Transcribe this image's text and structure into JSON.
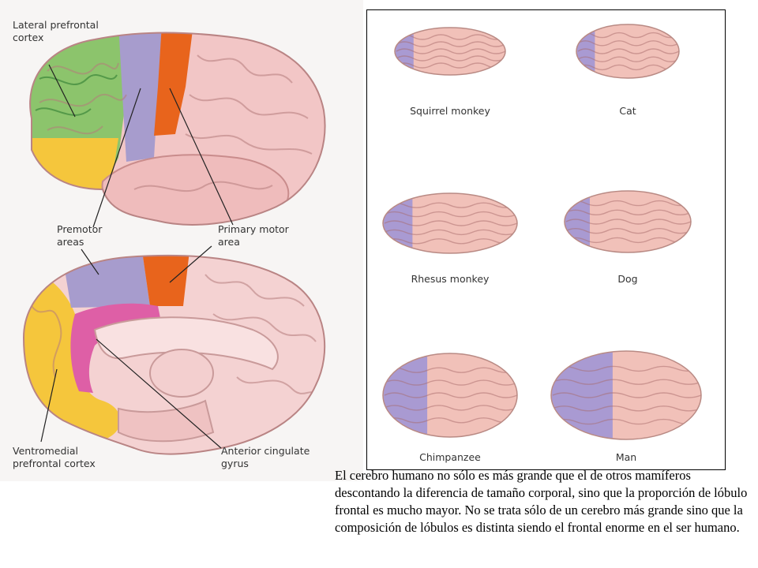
{
  "left_figure": {
    "labels": {
      "lateral_pfc": "Lateral prefrontal cortex",
      "premotor": "Premotor areas",
      "primary_motor": "Primary motor area",
      "ventromedial": "Ventromedial prefrontal cortex",
      "anterior_cingulate": "Anterior cingulate gyrus"
    },
    "colors": {
      "lateral_pfc": "#8cc46c",
      "premotor": "#a79ccd",
      "primary_motor": "#e8641c",
      "ventromedial": "#f5c63c",
      "cingulate": "#de5fa6",
      "cortex": "#f2c6c6"
    }
  },
  "right_figure": {
    "species": [
      {
        "name": "Squirrel monkey"
      },
      {
        "name": "Cat"
      },
      {
        "name": "Rhesus monkey"
      },
      {
        "name": "Dog"
      },
      {
        "name": "Chimpanzee"
      },
      {
        "name": "Man"
      }
    ],
    "colors": {
      "frontal": "#a99ad2",
      "cortex": "#f1c1b9"
    }
  },
  "caption": "El cerebro humano no sólo es más grande que el de otros mamíferos descontando la diferencia de tamaño corporal, sino que la proporción de lóbulo frontal es mucho mayor. No se trata sólo de un cerebro más grande sino que la composición de lóbulos es distinta siendo el frontal enorme en el ser humano."
}
